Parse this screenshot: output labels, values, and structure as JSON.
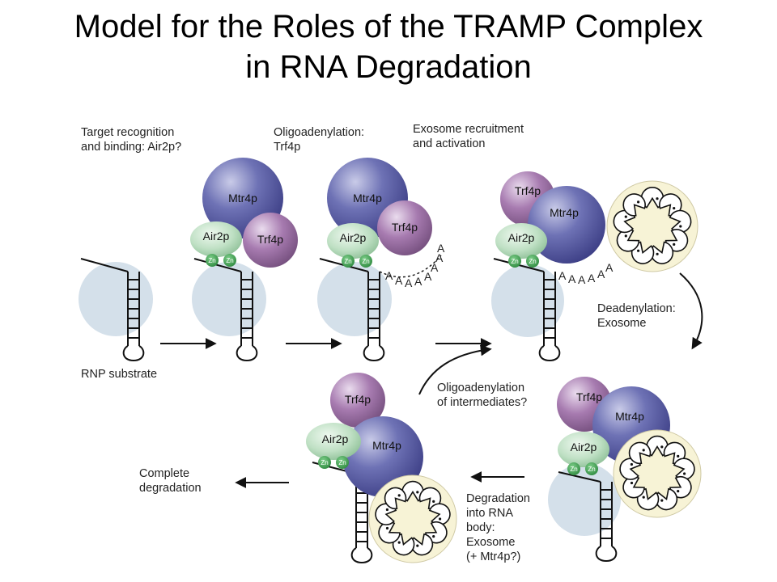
{
  "title": {
    "line1": "Model for the Roles of the TRAMP Complex",
    "line2": "in RNA Degradation"
  },
  "labels": {
    "target_recognition_1": "Target recognition",
    "target_recognition_2": "and binding: Air2p?",
    "oligoadenylation_1": "Oligoadenylation:",
    "oligoadenylation_2": "Trf4p",
    "exosome_recruitment_1": "Exosome recruitment",
    "exosome_recruitment_2": "and activation",
    "deadenylation_1": "Deadenylation:",
    "deadenylation_2": "Exosome",
    "rnp_substrate": "RNP substrate",
    "oligo_intermediates_1": "Oligoadenylation",
    "oligo_intermediates_2": "of intermediates?",
    "complete_degradation_1": "Complete",
    "complete_degradation_2": "degradation",
    "degradation_body_1": "Degradation",
    "degradation_body_2": "into RNA",
    "degradation_body_3": "body:",
    "degradation_body_4": "Exosome",
    "degradation_body_5": "(+ Mtr4p?)"
  },
  "proteins": {
    "mtr4p": "Mtr4p",
    "trf4p": "Trf4p",
    "air2p": "Air2p",
    "zn": "Zn",
    "poly_a": "A"
  },
  "colors": {
    "mtr4p": "#5a5fa8",
    "trf4p": "#a77bb0",
    "air2p": "#bfe0c4",
    "zn": "#3a9a4c",
    "rnp": "#d4e0ea",
    "exosome": "#f7f3d6"
  }
}
